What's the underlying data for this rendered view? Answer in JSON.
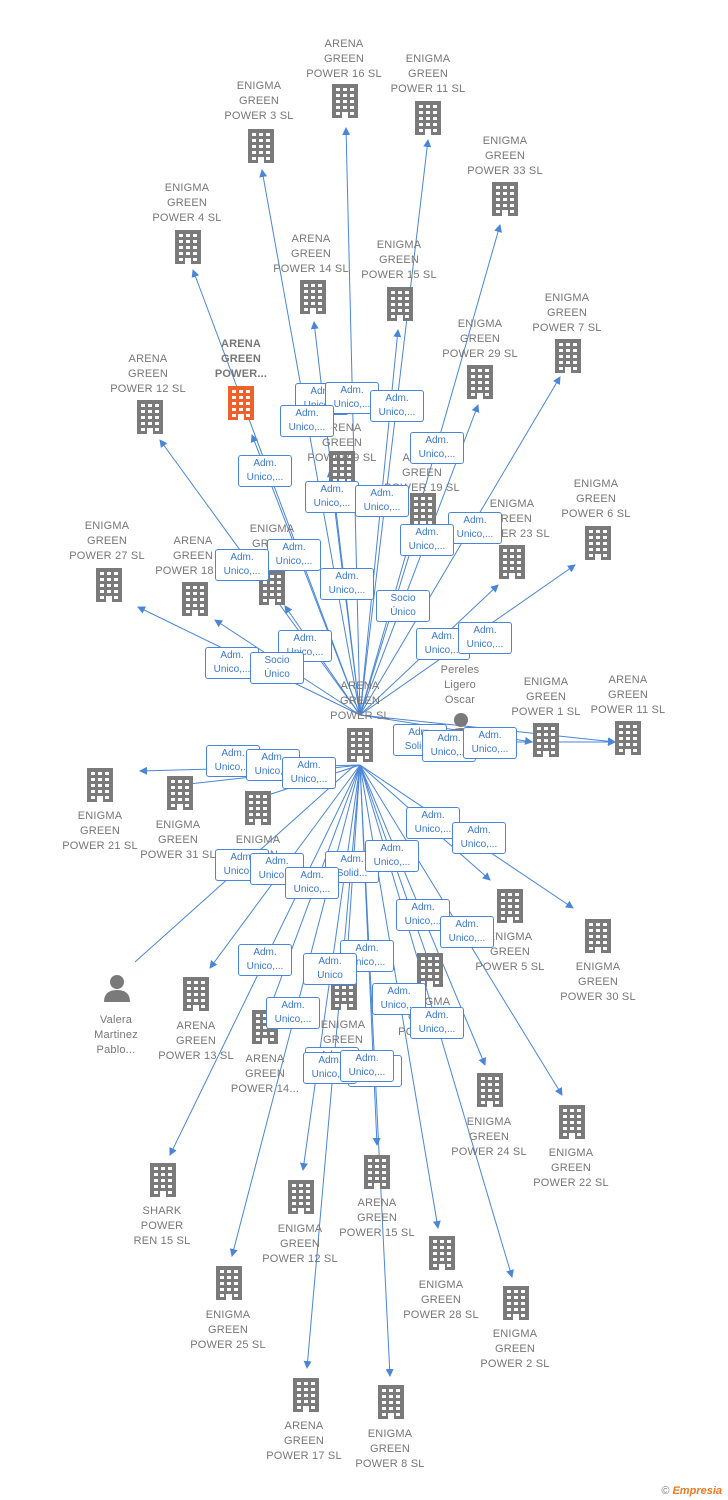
{
  "colors": {
    "edge": "#4a86d8",
    "building": "#7a7a7a",
    "focus": "#f0602a",
    "text": "#777777"
  },
  "center": {
    "label": "ARENA\nGREEN\nPOWER  SL"
  },
  "nodes": [
    {
      "id": "a16",
      "label": "ARENA\nGREEN\nPOWER 16  SL",
      "icon": "building-icon"
    },
    {
      "id": "e11",
      "label": "ENIGMA\nGREEN\nPOWER 11  SL",
      "icon": "building-icon"
    },
    {
      "id": "e3",
      "label": "ENIGMA\nGREEN\nPOWER 3  SL",
      "icon": "building-icon"
    },
    {
      "id": "e33",
      "label": "ENIGMA\nGREEN\nPOWER 33  SL",
      "icon": "building-icon"
    },
    {
      "id": "e4",
      "label": "ENIGMA\nGREEN\nPOWER 4  SL",
      "icon": "building-icon"
    },
    {
      "id": "e14",
      "label": "ARENA\nGREEN\nPOWER 14  SL",
      "icon": "building-icon"
    },
    {
      "id": "e15",
      "label": "ENIGMA\nGREEN\nPOWER 15  SL",
      "icon": "building-icon"
    },
    {
      "id": "e7",
      "label": "ENIGMA\nGREEN\nPOWER 7  SL",
      "icon": "building-icon"
    },
    {
      "id": "e29",
      "label": "ENIGMA\nGREEN\nPOWER 29  SL",
      "icon": "building-icon"
    },
    {
      "id": "af",
      "label": "ARENA\nGREEN\nPOWER...",
      "icon": "building-icon",
      "focus": true
    },
    {
      "id": "a12t",
      "label": "ARENA\nGREEN\nPOWER 12  SL",
      "icon": "building-icon"
    },
    {
      "id": "a9",
      "label": "ARENA\nGREEN\nPOWER 9  SL",
      "icon": "building-icon"
    },
    {
      "id": "a19",
      "label": "ARENA\nGREEN\nPOWER 19  SL",
      "icon": "building-icon"
    },
    {
      "id": "e6",
      "label": "ENIGMA\nGREEN\nPOWER 6  SL",
      "icon": "building-icon"
    },
    {
      "id": "e23",
      "label": "ENIGMA\nGREEN\nPOWER 23  SL",
      "icon": "building-icon"
    },
    {
      "id": "e27",
      "label": "ENIGMA\nGREEN\nPOWER 27  SL",
      "icon": "building-icon"
    },
    {
      "id": "a18",
      "label": "ARENA\nGREEN\nPOWER 18  SL",
      "icon": "building-icon"
    },
    {
      "id": "eg",
      "label": "ENIGMA\nGREEN\nPOWER  SL",
      "icon": "building-icon"
    },
    {
      "id": "pl",
      "label": "Pereles\nLigero\nOscar",
      "icon": "person-icon"
    },
    {
      "id": "e1",
      "label": "ENIGMA\nGREEN\nPOWER 1  SL",
      "icon": "building-icon"
    },
    {
      "id": "a11",
      "label": "ARENA\nGREEN\nPOWER 11  SL",
      "icon": "building-icon"
    },
    {
      "id": "e21",
      "label": "ENIGMA\nGREEN\nPOWER 21  SL",
      "icon": "building-icon"
    },
    {
      "id": "e31",
      "label": "ENIGMA\nGREEN\nPOWER 31  SL",
      "icon": "building-icon"
    },
    {
      "id": "ex",
      "label": "ENIGMA\nGREEN\nPOWER  SL",
      "icon": "building-icon"
    },
    {
      "id": "e5",
      "label": "ENIGMA\nGREEN\nPOWER 5  SL",
      "icon": "building-icon"
    },
    {
      "id": "e30",
      "label": "ENIGMA\nGREEN\nPOWER 30  SL",
      "icon": "building-icon"
    },
    {
      "id": "vm",
      "label": "Valera\nMartinez\nPablo...",
      "icon": "person-icon"
    },
    {
      "id": "a13",
      "label": "ARENA\nGREEN\nPOWER 13  SL",
      "icon": "building-icon"
    },
    {
      "id": "a14b",
      "label": "ARENA\nGREEN\nPOWER 14...",
      "icon": "building-icon"
    },
    {
      "id": "em",
      "label": "ENIGMA\nGREEN\nPOWER  SL",
      "icon": "building-icon"
    },
    {
      "id": "ep",
      "label": "ENIGMA\nGREEN\nPOWER  SL",
      "icon": "building-icon"
    },
    {
      "id": "e24",
      "label": "ENIGMA\nGREEN\nPOWER 24  SL",
      "icon": "building-icon"
    },
    {
      "id": "e22",
      "label": "ENIGMA\nGREEN\nPOWER 22  SL",
      "icon": "building-icon"
    },
    {
      "id": "sh",
      "label": "SHARK\nPOWER\nREN 15  SL",
      "icon": "building-icon"
    },
    {
      "id": "e12",
      "label": "ENIGMA\nGREEN\nPOWER 12  SL",
      "icon": "building-icon"
    },
    {
      "id": "a15",
      "label": "ARENA\nGREEN\nPOWER 15  SL",
      "icon": "building-icon"
    },
    {
      "id": "e28",
      "label": "ENIGMA\nGREEN\nPOWER 28  SL",
      "icon": "building-icon"
    },
    {
      "id": "e25",
      "label": "ENIGMA\nGREEN\nPOWER 25  SL",
      "icon": "building-icon"
    },
    {
      "id": "e2",
      "label": "ENIGMA\nGREEN\nPOWER 2  SL",
      "icon": "building-icon"
    },
    {
      "id": "a17",
      "label": "ARENA\nGREEN\nPOWER 17  SL",
      "icon": "building-icon"
    },
    {
      "id": "e8",
      "label": "ENIGMA\nGREEN\nPOWER 8  SL",
      "icon": "building-icon"
    }
  ],
  "relations": [
    "Adm.\nUnico,...",
    "Adm.\nUnico,...",
    "Adm.\nUnico,...",
    "Adm.\nUnico,...",
    "Adm.\nUnico,...",
    "Adm.\nUnico,...",
    "Adm.\nUnico,...",
    "Adm.\nUnico,...",
    "Adm.\nUnico,...",
    "Adm.\nUnico,...",
    "Adm.\nUnico,...",
    "Adm.\nUnico,...",
    "Adm.\nUnico,...",
    "Adm.\nUnico,...",
    "Socio\nÚnico",
    "Adm.\nUnico,...",
    "Adm.\nUnico,...",
    "Adm.\nUnico,...",
    "Socio\nÚnico",
    "Adm.\nSolid...",
    "Adm.\nUnico,...",
    "Adm.\nUnico,...",
    "Adm.\nUnico,...",
    "Adm.\nUnico,...",
    "Adm.\nUnico,...",
    "Adm.\nUnico,...",
    "Adm.\nUnico,...",
    "Adm.\nUnico,...",
    "Adm.\nUnico,...",
    "Adm.\nSolid...",
    "Adm.\nUnico,...",
    "Adm.\nUnico,...",
    "Adm.\nUnico,...",
    "Adm.\nUnico,...",
    "Adm.\nUnico,...",
    "Adm.\nUnico,...",
    "Adm.\nUnico",
    "Adm.\nUnico,...",
    "Adm.\nUnico,...",
    "Adm.\nUnico,...",
    "Adm.\nUnico,...",
    "Adm.\nUnico,...",
    "Adm.\nUnico,...",
    "Adm.\nUnico,..."
  ],
  "credit": {
    "copyright": "©",
    "brand": "Empresia"
  }
}
